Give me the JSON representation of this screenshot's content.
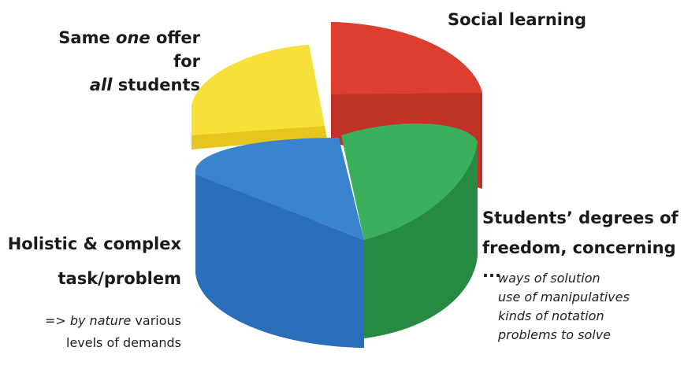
{
  "colors": {
    "red": "#d93a2c",
    "yellow": "#f7df33",
    "blue": "#2f77c2",
    "green": "#2e9c4d"
  },
  "labels": {
    "social": "Social learning",
    "same_line1_a": "Same ",
    "same_line1_em": "one",
    "same_line1_b": " offer for",
    "same_line2_em": "all",
    "same_line2_b": " students",
    "holistic_line1": "Holistic & complex",
    "holistic_line2": "task/problem",
    "nature_a": "=> ",
    "nature_em": "by nature",
    "nature_b": " various",
    "nature_line2": "levels of demands",
    "freedom_line1": "Students’ degrees of",
    "freedom_line2": "freedom, concerning ...",
    "freedom_items": [
      "ways of solution",
      "use of manipulatives",
      "kinds of notation",
      "problems to solve"
    ]
  }
}
